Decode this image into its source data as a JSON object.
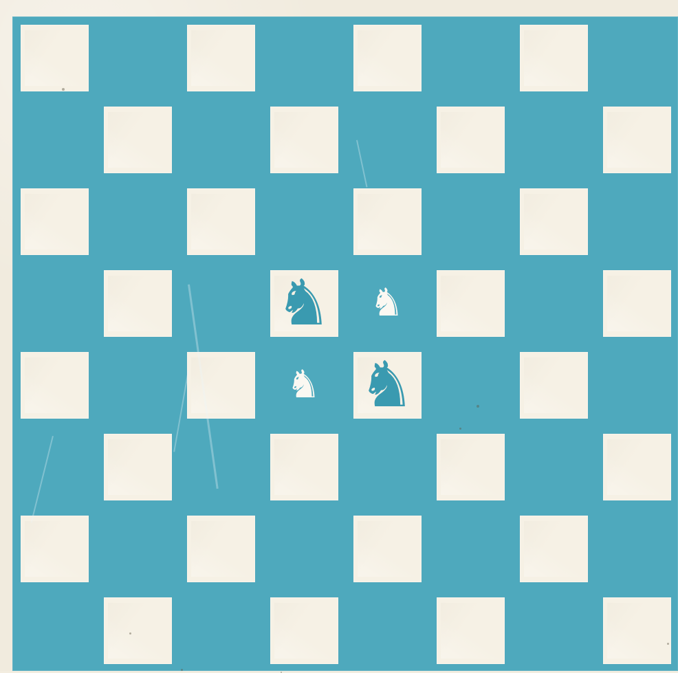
{
  "game": {
    "board": {
      "size": 8,
      "pieces": [
        {
          "row": 3,
          "col": 3,
          "kind": "knight",
          "color": "dark",
          "symbol": "♞",
          "name": "dark-knight-d5"
        },
        {
          "row": 3,
          "col": 4,
          "kind": "knight",
          "color": "light",
          "symbol": "♞",
          "name": "light-knight-e5"
        },
        {
          "row": 4,
          "col": 3,
          "kind": "knight",
          "color": "light",
          "symbol": "♞",
          "name": "light-knight-d4"
        },
        {
          "row": 4,
          "col": 4,
          "kind": "knight",
          "color": "dark",
          "symbol": "♞",
          "name": "dark-knight-e4"
        }
      ]
    },
    "theme": {
      "dark_square_color": "#4ea9bd",
      "light_square_color": "#f6f1e5",
      "background_color": "#f1ebde"
    }
  }
}
